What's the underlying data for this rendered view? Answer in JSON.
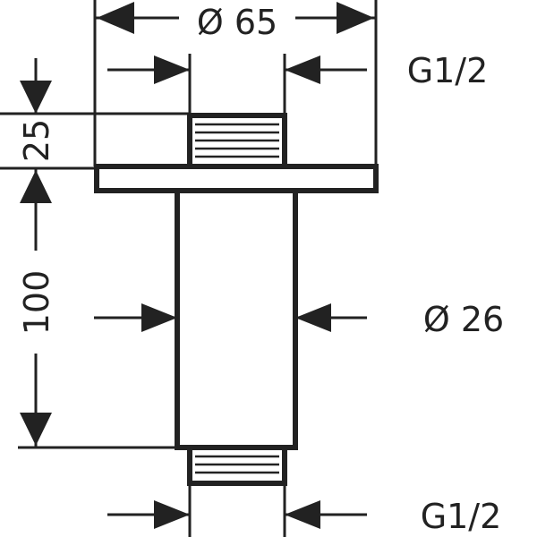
{
  "dimensions": {
    "flange_diameter": "Ø 65",
    "top_thread": "G1/2",
    "top_thread_height": "25",
    "tube_length": "100",
    "tube_diameter": "Ø 26",
    "bottom_thread": "G1/2"
  },
  "colors": {
    "line": "#222222",
    "background": "#ffffff"
  }
}
